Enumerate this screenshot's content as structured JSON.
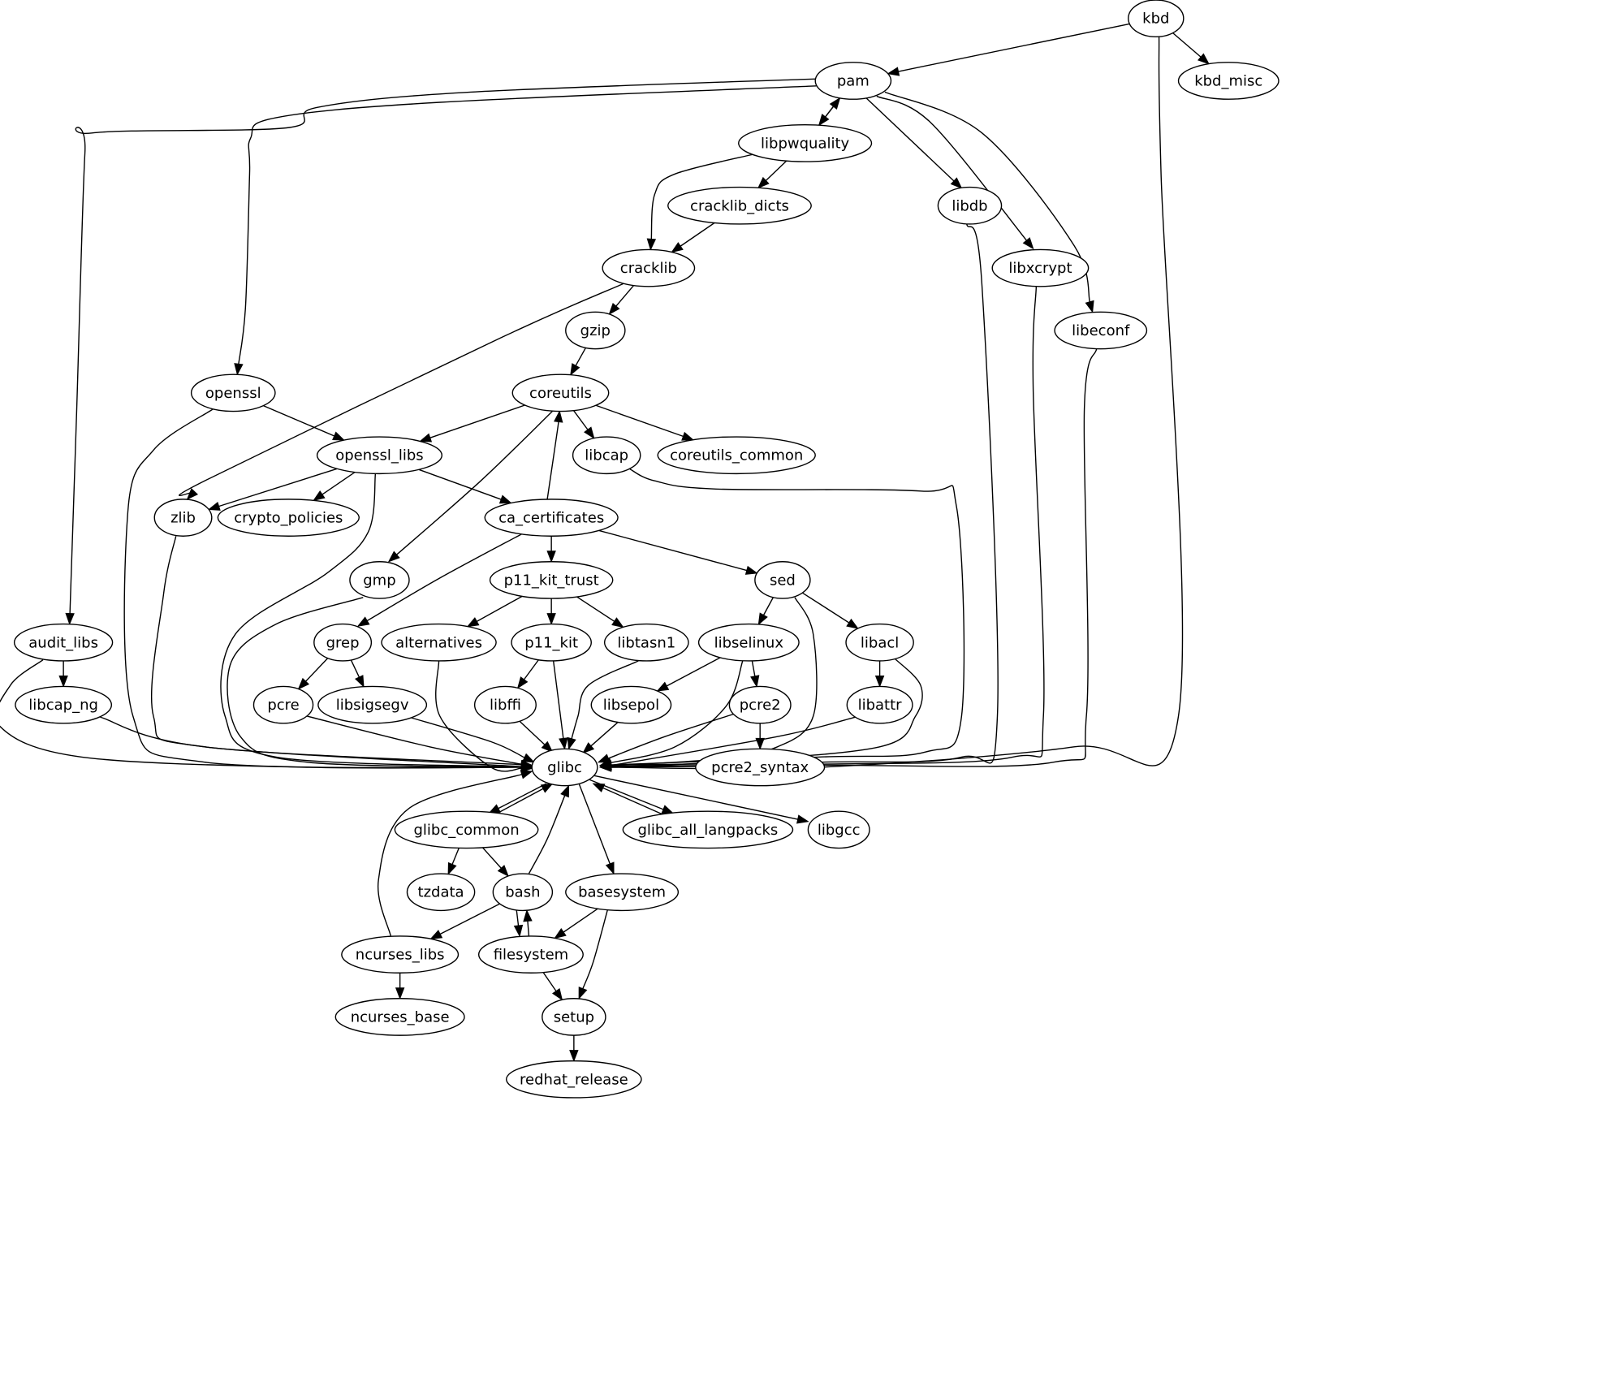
{
  "nodes": [
    {
      "id": "kbd",
      "label": "kbd"
    },
    {
      "id": "pam",
      "label": "pam"
    },
    {
      "id": "kbd_misc",
      "label": "kbd_misc"
    },
    {
      "id": "libpwquality",
      "label": "libpwquality"
    },
    {
      "id": "cracklib_dicts",
      "label": "cracklib_dicts"
    },
    {
      "id": "libdb",
      "label": "libdb"
    },
    {
      "id": "cracklib",
      "label": "cracklib"
    },
    {
      "id": "libxcrypt",
      "label": "libxcrypt"
    },
    {
      "id": "gzip",
      "label": "gzip"
    },
    {
      "id": "libeconf",
      "label": "libeconf"
    },
    {
      "id": "openssl",
      "label": "openssl"
    },
    {
      "id": "coreutils",
      "label": "coreutils"
    },
    {
      "id": "openssl_libs",
      "label": "openssl_libs"
    },
    {
      "id": "libcap",
      "label": "libcap"
    },
    {
      "id": "coreutils_common",
      "label": "coreutils_common"
    },
    {
      "id": "zlib",
      "label": "zlib"
    },
    {
      "id": "crypto_policies",
      "label": "crypto_policies"
    },
    {
      "id": "ca_certificates",
      "label": "ca_certificates"
    },
    {
      "id": "gmp",
      "label": "gmp"
    },
    {
      "id": "p11_kit_trust",
      "label": "p11_kit_trust"
    },
    {
      "id": "sed",
      "label": "sed"
    },
    {
      "id": "audit_libs",
      "label": "audit_libs"
    },
    {
      "id": "grep",
      "label": "grep"
    },
    {
      "id": "alternatives",
      "label": "alternatives"
    },
    {
      "id": "p11_kit",
      "label": "p11_kit"
    },
    {
      "id": "libtasn1",
      "label": "libtasn1"
    },
    {
      "id": "libselinux",
      "label": "libselinux"
    },
    {
      "id": "libacl",
      "label": "libacl"
    },
    {
      "id": "libcap_ng",
      "label": "libcap_ng"
    },
    {
      "id": "pcre",
      "label": "pcre"
    },
    {
      "id": "libsigsegv",
      "label": "libsigsegv"
    },
    {
      "id": "libffi",
      "label": "libffi"
    },
    {
      "id": "libsepol",
      "label": "libsepol"
    },
    {
      "id": "pcre2",
      "label": "pcre2"
    },
    {
      "id": "libattr",
      "label": "libattr"
    },
    {
      "id": "glibc",
      "label": "glibc"
    },
    {
      "id": "pcre2_syntax",
      "label": "pcre2_syntax"
    },
    {
      "id": "glibc_common",
      "label": "glibc_common"
    },
    {
      "id": "glibc_all_langpacks",
      "label": "glibc_all_langpacks"
    },
    {
      "id": "libgcc",
      "label": "libgcc"
    },
    {
      "id": "tzdata",
      "label": "tzdata"
    },
    {
      "id": "bash",
      "label": "bash"
    },
    {
      "id": "basesystem",
      "label": "basesystem"
    },
    {
      "id": "ncurses_libs",
      "label": "ncurses_libs"
    },
    {
      "id": "filesystem",
      "label": "filesystem"
    },
    {
      "id": "ncurses_base",
      "label": "ncurses_base"
    },
    {
      "id": "setup",
      "label": "setup"
    },
    {
      "id": "redhat_release",
      "label": "redhat_release"
    }
  ],
  "edges": [
    {
      "from": "kbd",
      "to": "pam"
    },
    {
      "from": "kbd",
      "to": "kbd_misc"
    },
    {
      "from": "kbd",
      "to": "glibc"
    },
    {
      "from": "pam",
      "to": "libpwquality"
    },
    {
      "from": "libpwquality",
      "to": "pam"
    },
    {
      "from": "pam",
      "to": "audit_libs"
    },
    {
      "from": "pam",
      "to": "openssl"
    },
    {
      "from": "pam",
      "to": "libdb"
    },
    {
      "from": "pam",
      "to": "libxcrypt"
    },
    {
      "from": "pam",
      "to": "libeconf"
    },
    {
      "from": "libpwquality",
      "to": "cracklib_dicts"
    },
    {
      "from": "libpwquality",
      "to": "cracklib"
    },
    {
      "from": "cracklib_dicts",
      "to": "cracklib"
    },
    {
      "from": "cracklib",
      "to": "gzip"
    },
    {
      "from": "cracklib",
      "to": "zlib"
    },
    {
      "from": "gzip",
      "to": "coreutils"
    },
    {
      "from": "libdb",
      "to": "glibc"
    },
    {
      "from": "libxcrypt",
      "to": "glibc"
    },
    {
      "from": "libeconf",
      "to": "glibc"
    },
    {
      "from": "openssl",
      "to": "openssl_libs"
    },
    {
      "from": "openssl",
      "to": "glibc"
    },
    {
      "from": "coreutils",
      "to": "openssl_libs"
    },
    {
      "from": "coreutils",
      "to": "libcap"
    },
    {
      "from": "coreutils",
      "to": "coreutils_common"
    },
    {
      "from": "coreutils",
      "to": "gmp"
    },
    {
      "from": "ca_certificates",
      "to": "coreutils"
    },
    {
      "from": "openssl_libs",
      "to": "zlib"
    },
    {
      "from": "openssl_libs",
      "to": "crypto_policies"
    },
    {
      "from": "openssl_libs",
      "to": "ca_certificates"
    },
    {
      "from": "openssl_libs",
      "to": "glibc"
    },
    {
      "from": "libcap",
      "to": "glibc"
    },
    {
      "from": "zlib",
      "to": "glibc"
    },
    {
      "from": "ca_certificates",
      "to": "p11_kit_trust"
    },
    {
      "from": "ca_certificates",
      "to": "sed"
    },
    {
      "from": "ca_certificates",
      "to": "grep"
    },
    {
      "from": "gmp",
      "to": "glibc"
    },
    {
      "from": "p11_kit_trust",
      "to": "alternatives"
    },
    {
      "from": "p11_kit_trust",
      "to": "p11_kit"
    },
    {
      "from": "p11_kit_trust",
      "to": "libtasn1"
    },
    {
      "from": "sed",
      "to": "libselinux"
    },
    {
      "from": "sed",
      "to": "libacl"
    },
    {
      "from": "sed",
      "to": "glibc"
    },
    {
      "from": "audit_libs",
      "to": "libcap_ng"
    },
    {
      "from": "audit_libs",
      "to": "glibc"
    },
    {
      "from": "grep",
      "to": "pcre"
    },
    {
      "from": "grep",
      "to": "libsigsegv"
    },
    {
      "from": "alternatives",
      "to": "glibc"
    },
    {
      "from": "p11_kit",
      "to": "libffi"
    },
    {
      "from": "p11_kit",
      "to": "glibc"
    },
    {
      "from": "libtasn1",
      "to": "glibc"
    },
    {
      "from": "libselinux",
      "to": "libsepol"
    },
    {
      "from": "libselinux",
      "to": "pcre2"
    },
    {
      "from": "libselinux",
      "to": "glibc"
    },
    {
      "from": "libacl",
      "to": "libattr"
    },
    {
      "from": "libacl",
      "to": "glibc"
    },
    {
      "from": "libcap_ng",
      "to": "glibc"
    },
    {
      "from": "pcre",
      "to": "glibc"
    },
    {
      "from": "libsigsegv",
      "to": "glibc"
    },
    {
      "from": "libffi",
      "to": "glibc"
    },
    {
      "from": "libsepol",
      "to": "glibc"
    },
    {
      "from": "pcre2",
      "to": "glibc"
    },
    {
      "from": "pcre2",
      "to": "pcre2_syntax"
    },
    {
      "from": "libattr",
      "to": "glibc"
    },
    {
      "from": "glibc",
      "to": "glibc_common"
    },
    {
      "from": "glibc_common",
      "to": "glibc"
    },
    {
      "from": "glibc",
      "to": "glibc_all_langpacks"
    },
    {
      "from": "glibc_all_langpacks",
      "to": "glibc"
    },
    {
      "from": "glibc",
      "to": "libgcc"
    },
    {
      "from": "glibc",
      "to": "basesystem"
    },
    {
      "from": "glibc_common",
      "to": "tzdata"
    },
    {
      "from": "glibc_common",
      "to": "bash"
    },
    {
      "from": "bash",
      "to": "glibc"
    },
    {
      "from": "bash",
      "to": "ncurses_libs"
    },
    {
      "from": "bash",
      "to": "filesystem"
    },
    {
      "from": "filesystem",
      "to": "bash"
    },
    {
      "from": "basesystem",
      "to": "filesystem"
    },
    {
      "from": "basesystem",
      "to": "setup"
    },
    {
      "from": "ncurses_libs",
      "to": "glibc"
    },
    {
      "from": "ncurses_libs",
      "to": "ncurses_base"
    },
    {
      "from": "filesystem",
      "to": "setup"
    },
    {
      "from": "setup",
      "to": "redhat_release"
    }
  ]
}
